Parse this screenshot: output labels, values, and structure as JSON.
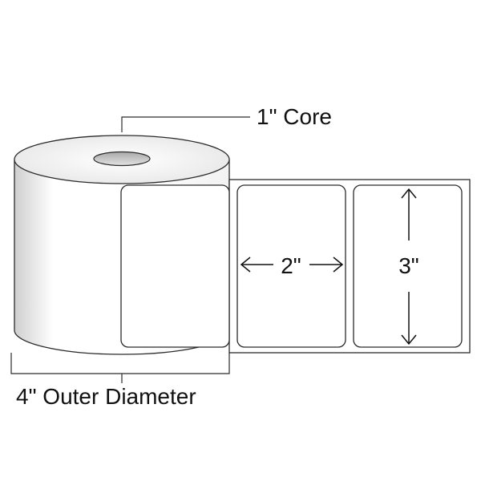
{
  "diagram": {
    "core_label": "1\" Core",
    "outer_diameter_label": "4\" Outer Diameter",
    "label_width_label": "2\"",
    "label_height_label": "3\""
  },
  "colors": {
    "outline": "#2b2b2b",
    "roll_light": "#ffffff",
    "roll_shade": "#d9d9d9",
    "core_hole": "#cfcfcf",
    "text": "#111111"
  }
}
